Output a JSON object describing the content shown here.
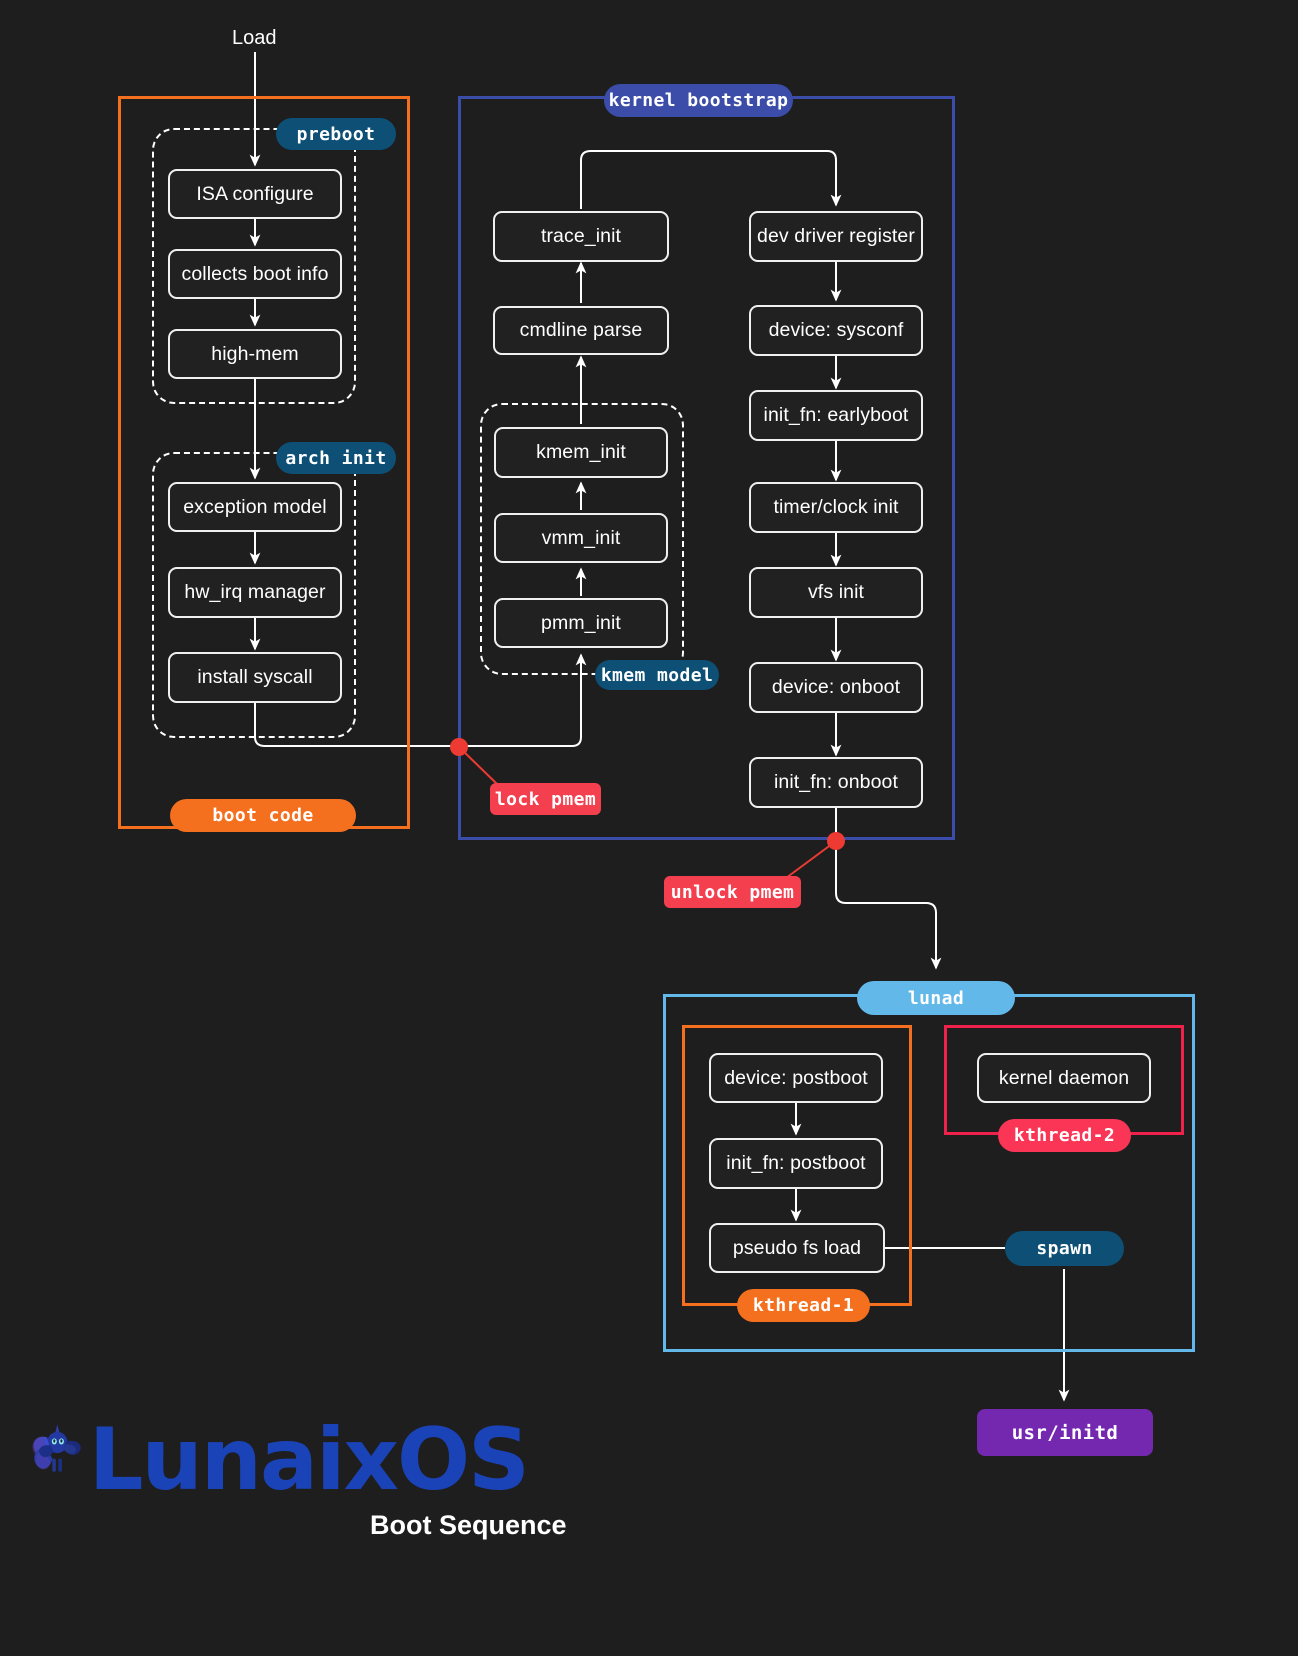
{
  "meta": {
    "title": "Boot Sequence",
    "brand": "LunaixOS",
    "background": "#1e1e1e"
  },
  "colors": {
    "orange": "#f4701f",
    "navy": "#3b4da8",
    "sky": "#62b8e8",
    "crimson": "#f0224b",
    "red_dot": "#ed3b33",
    "red_label": "#f43f4f",
    "blue_pill": "#0d4f75",
    "purple": "#7428b0",
    "node_border": "#f0f0f0",
    "node_fill": "#212121",
    "logo_blue": "#1b43b8"
  },
  "entry": {
    "label": "Load"
  },
  "groups": {
    "boot_code": {
      "label": "boot code",
      "color": "#f4701f"
    },
    "kernel_bootstrap": {
      "label": "kernel bootstrap",
      "color": "#3b4da8"
    },
    "lunad": {
      "label": "lunad",
      "color": "#62b8e8"
    },
    "kthread_1": {
      "label": "kthread-1",
      "color": "#f4701f"
    },
    "kthread_2": {
      "label": "kthread-2",
      "color": "#f0224b"
    },
    "preboot": {
      "label": "preboot"
    },
    "arch_init": {
      "label": "arch init"
    },
    "kmem_model": {
      "label": "kmem model"
    }
  },
  "markers": {
    "lock_pmem": "lock pmem",
    "unlock_pmem": "unlock pmem",
    "spawn": "spawn"
  },
  "terminal": {
    "usr_initd": "usr/initd"
  },
  "chart_data": {
    "type": "diagram",
    "title": "Boot Sequence",
    "columns": {
      "preboot": [
        "ISA configure",
        "collects boot info",
        "high-mem"
      ],
      "arch_init": [
        "exception model",
        "hw_irq manager",
        "install syscall"
      ],
      "kmem_model": [
        "pmm_init",
        "vmm_init",
        "kmem_init"
      ],
      "kernel_left": [
        "kmem_init",
        "cmdline parse",
        "trace_init"
      ],
      "kernel_right": [
        "dev driver register",
        "device: sysconf",
        "init_fn: earlyboot",
        "timer/clock init",
        "vfs init",
        "device: onboot",
        "init_fn: onboot"
      ],
      "kthread_1": [
        "device: postboot",
        "init_fn: postboot",
        "pseudo fs load"
      ],
      "kthread_2": [
        "kernel daemon"
      ]
    }
  },
  "nodes": {
    "isa_configure": "ISA configure",
    "collects_boot_info": "collects boot info",
    "high_mem": "high-mem",
    "exception_model": "exception model",
    "hw_irq_manager": "hw_irq manager",
    "install_syscall": "install syscall",
    "trace_init": "trace_init",
    "cmdline_parse": "cmdline parse",
    "kmem_init": "kmem_init",
    "vmm_init": "vmm_init",
    "pmm_init": "pmm_init",
    "dev_driver_register": "dev driver register",
    "device_sysconf": "device: sysconf",
    "init_fn_earlyboot": "init_fn: earlyboot",
    "timer_clock_init": "timer/clock init",
    "vfs_init": "vfs init",
    "device_onboot": "device: onboot",
    "init_fn_onboot": "init_fn: onboot",
    "device_postboot": "device: postboot",
    "init_fn_postboot": "init_fn: postboot",
    "pseudo_fs_load": "pseudo fs load",
    "kernel_daemon": "kernel daemon"
  }
}
